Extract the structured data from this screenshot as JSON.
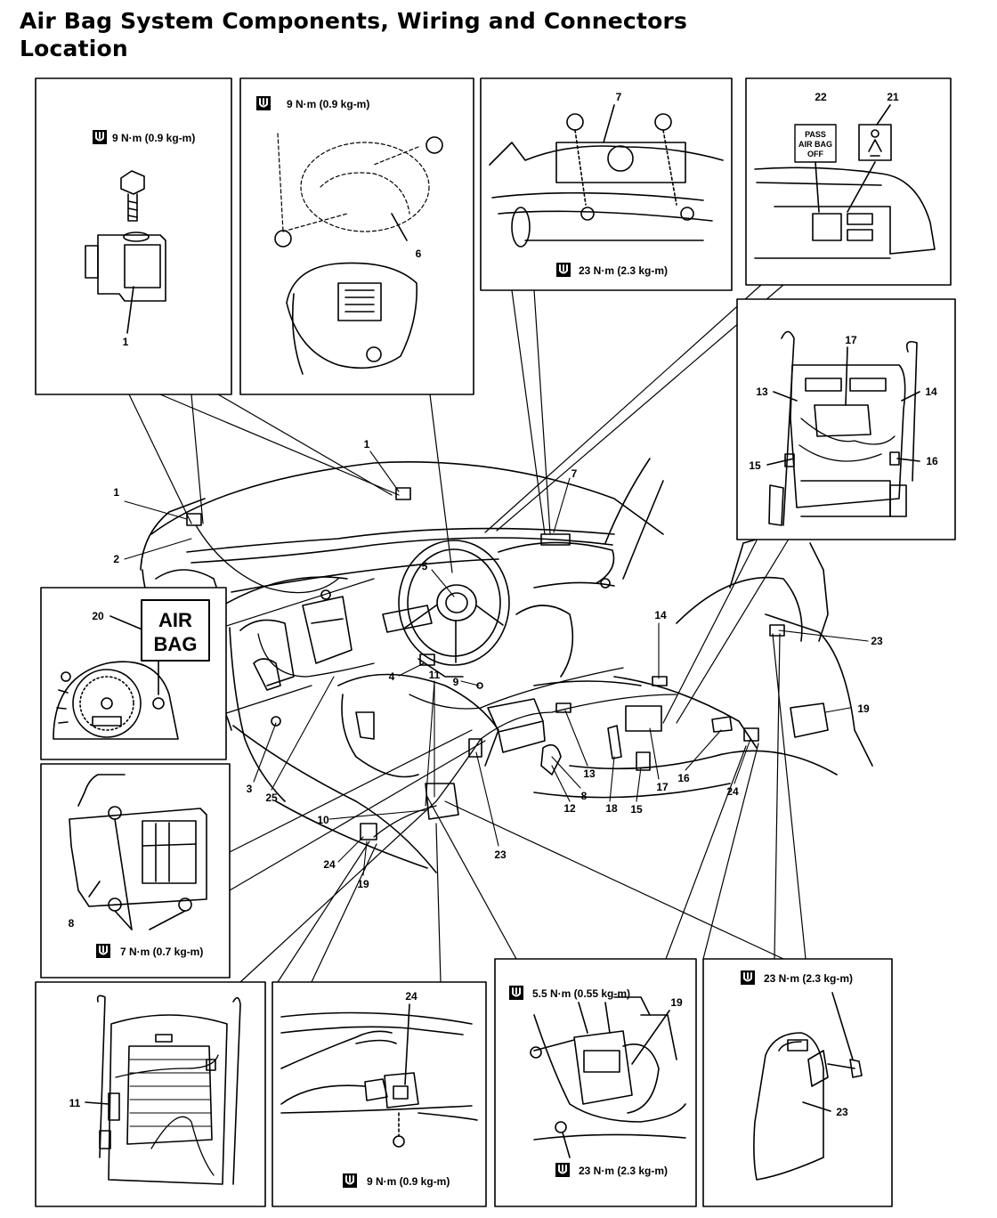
{
  "title_lines": [
    "Air Bag System Components, Wiring and Connectors",
    "Location"
  ],
  "colors": {
    "ink": "#000000",
    "paper": "#ffffff"
  },
  "torque_icon": "wrench-socket-icon",
  "panels": {
    "sensor_front": {
      "torque": "9 N·m (0.9 kg-m)",
      "labels": [
        "1"
      ]
    },
    "steering_module": {
      "torque": "9 N·m (0.9 kg-m)",
      "labels": [
        "6"
      ]
    },
    "passenger_module": {
      "torque": "23 N·m (2.3 kg-m)",
      "labels": [
        "7"
      ]
    },
    "indicator": {
      "labels": [
        "22",
        "21"
      ],
      "sign_lines": [
        "PASS",
        "AIR BAG",
        "OFF"
      ]
    },
    "pass_seat": {
      "labels": [
        "17",
        "13",
        "14",
        "15",
        "16"
      ]
    },
    "meter": {
      "labels": [
        "20"
      ],
      "sign_lines": [
        "AIR",
        "BAG"
      ]
    },
    "sdm": {
      "torque": "7 N·m (0.7 kg-m)",
      "labels": [
        "8"
      ]
    },
    "driver_seat": {
      "labels": [
        "11"
      ]
    },
    "connector_24": {
      "torque": "9 N·m (0.9 kg-m)",
      "labels": [
        "24"
      ]
    },
    "buckle": {
      "torque_top": "5.5 N·m (0.55 kg-m)",
      "torque_bottom": "23 N·m (2.3 kg-m)",
      "labels": [
        "19"
      ]
    },
    "pretensioner": {
      "torque": "23 N·m (2.3 kg-m)",
      "labels": [
        "23"
      ]
    }
  },
  "main_labels": [
    "1",
    "1",
    "2",
    "7",
    "5",
    "4",
    "11",
    "9",
    "14",
    "23",
    "19",
    "3",
    "25",
    "13",
    "8",
    "12",
    "18",
    "17",
    "16",
    "15",
    "24",
    "10",
    "23",
    "24",
    "19"
  ]
}
